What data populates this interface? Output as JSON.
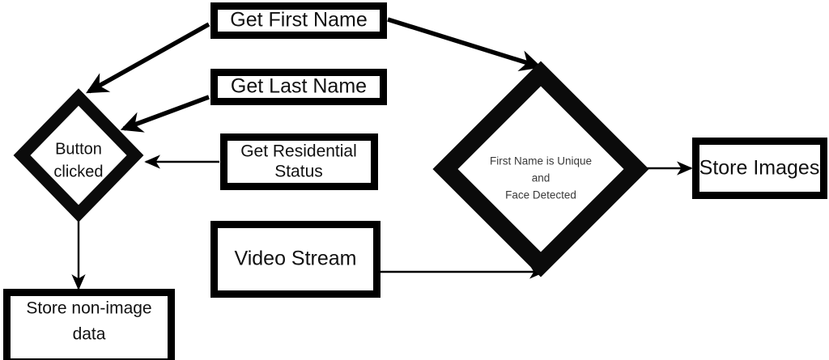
{
  "diagram": {
    "title": "Face registration flowchart",
    "background_color": "#ffffff",
    "stroke_color": "#000000",
    "decision_text_color": "#3a3a3a",
    "nodes": [
      {
        "id": "get-first-name",
        "shape": "rect",
        "lines": [
          "Get First Name"
        ]
      },
      {
        "id": "get-last-name",
        "shape": "rect",
        "lines": [
          "Get Last Name"
        ]
      },
      {
        "id": "get-residential-status",
        "shape": "rect",
        "lines": [
          "Get Residential",
          "Status"
        ]
      },
      {
        "id": "video-stream",
        "shape": "rect",
        "lines": [
          "Video Stream"
        ]
      },
      {
        "id": "button-clicked",
        "shape": "diamond",
        "lines": [
          "Button",
          "clicked"
        ]
      },
      {
        "id": "first-name-unique-face-detected",
        "shape": "diamond",
        "lines": [
          "First Name is Unique",
          "and",
          "Face Detected"
        ]
      },
      {
        "id": "store-images",
        "shape": "rect",
        "lines": [
          "Store Images"
        ]
      },
      {
        "id": "store-non-image-data",
        "shape": "rect",
        "lines": [
          "Store non-image",
          "data"
        ]
      }
    ],
    "edges": [
      {
        "id": "edge-first-name-to-button",
        "from": "get-first-name",
        "to": "button-clicked",
        "label": ""
      },
      {
        "id": "edge-last-name-to-button",
        "from": "get-last-name",
        "to": "button-clicked",
        "label": ""
      },
      {
        "id": "edge-residential-to-button",
        "from": "get-residential-status",
        "to": "button-clicked",
        "label": ""
      },
      {
        "id": "edge-first-name-to-decision",
        "from": "get-first-name",
        "to": "first-name-unique-face-detected",
        "label": ""
      },
      {
        "id": "edge-video-to-decision",
        "from": "video-stream",
        "to": "first-name-unique-face-detected",
        "label": ""
      },
      {
        "id": "edge-decision-to-store-images",
        "from": "first-name-unique-face-detected",
        "to": "store-images",
        "label": ""
      },
      {
        "id": "edge-button-to-store-non-image",
        "from": "button-clicked",
        "to": "store-non-image-data",
        "label": ""
      }
    ],
    "labels": {
      "get_first_name": "Get First Name",
      "get_last_name": "Get Last Name",
      "get_residential_status_line1": "Get Residential",
      "get_residential_status_line2": "Status",
      "video_stream": "Video Stream",
      "button_clicked_line1": "Button",
      "button_clicked_line2": "clicked",
      "decision_line1": "First Name is Unique",
      "decision_line2": "and",
      "decision_line3": "Face Detected",
      "store_images": "Store Images",
      "store_non_image_line1": "Store non-image",
      "store_non_image_line2": "data"
    }
  }
}
